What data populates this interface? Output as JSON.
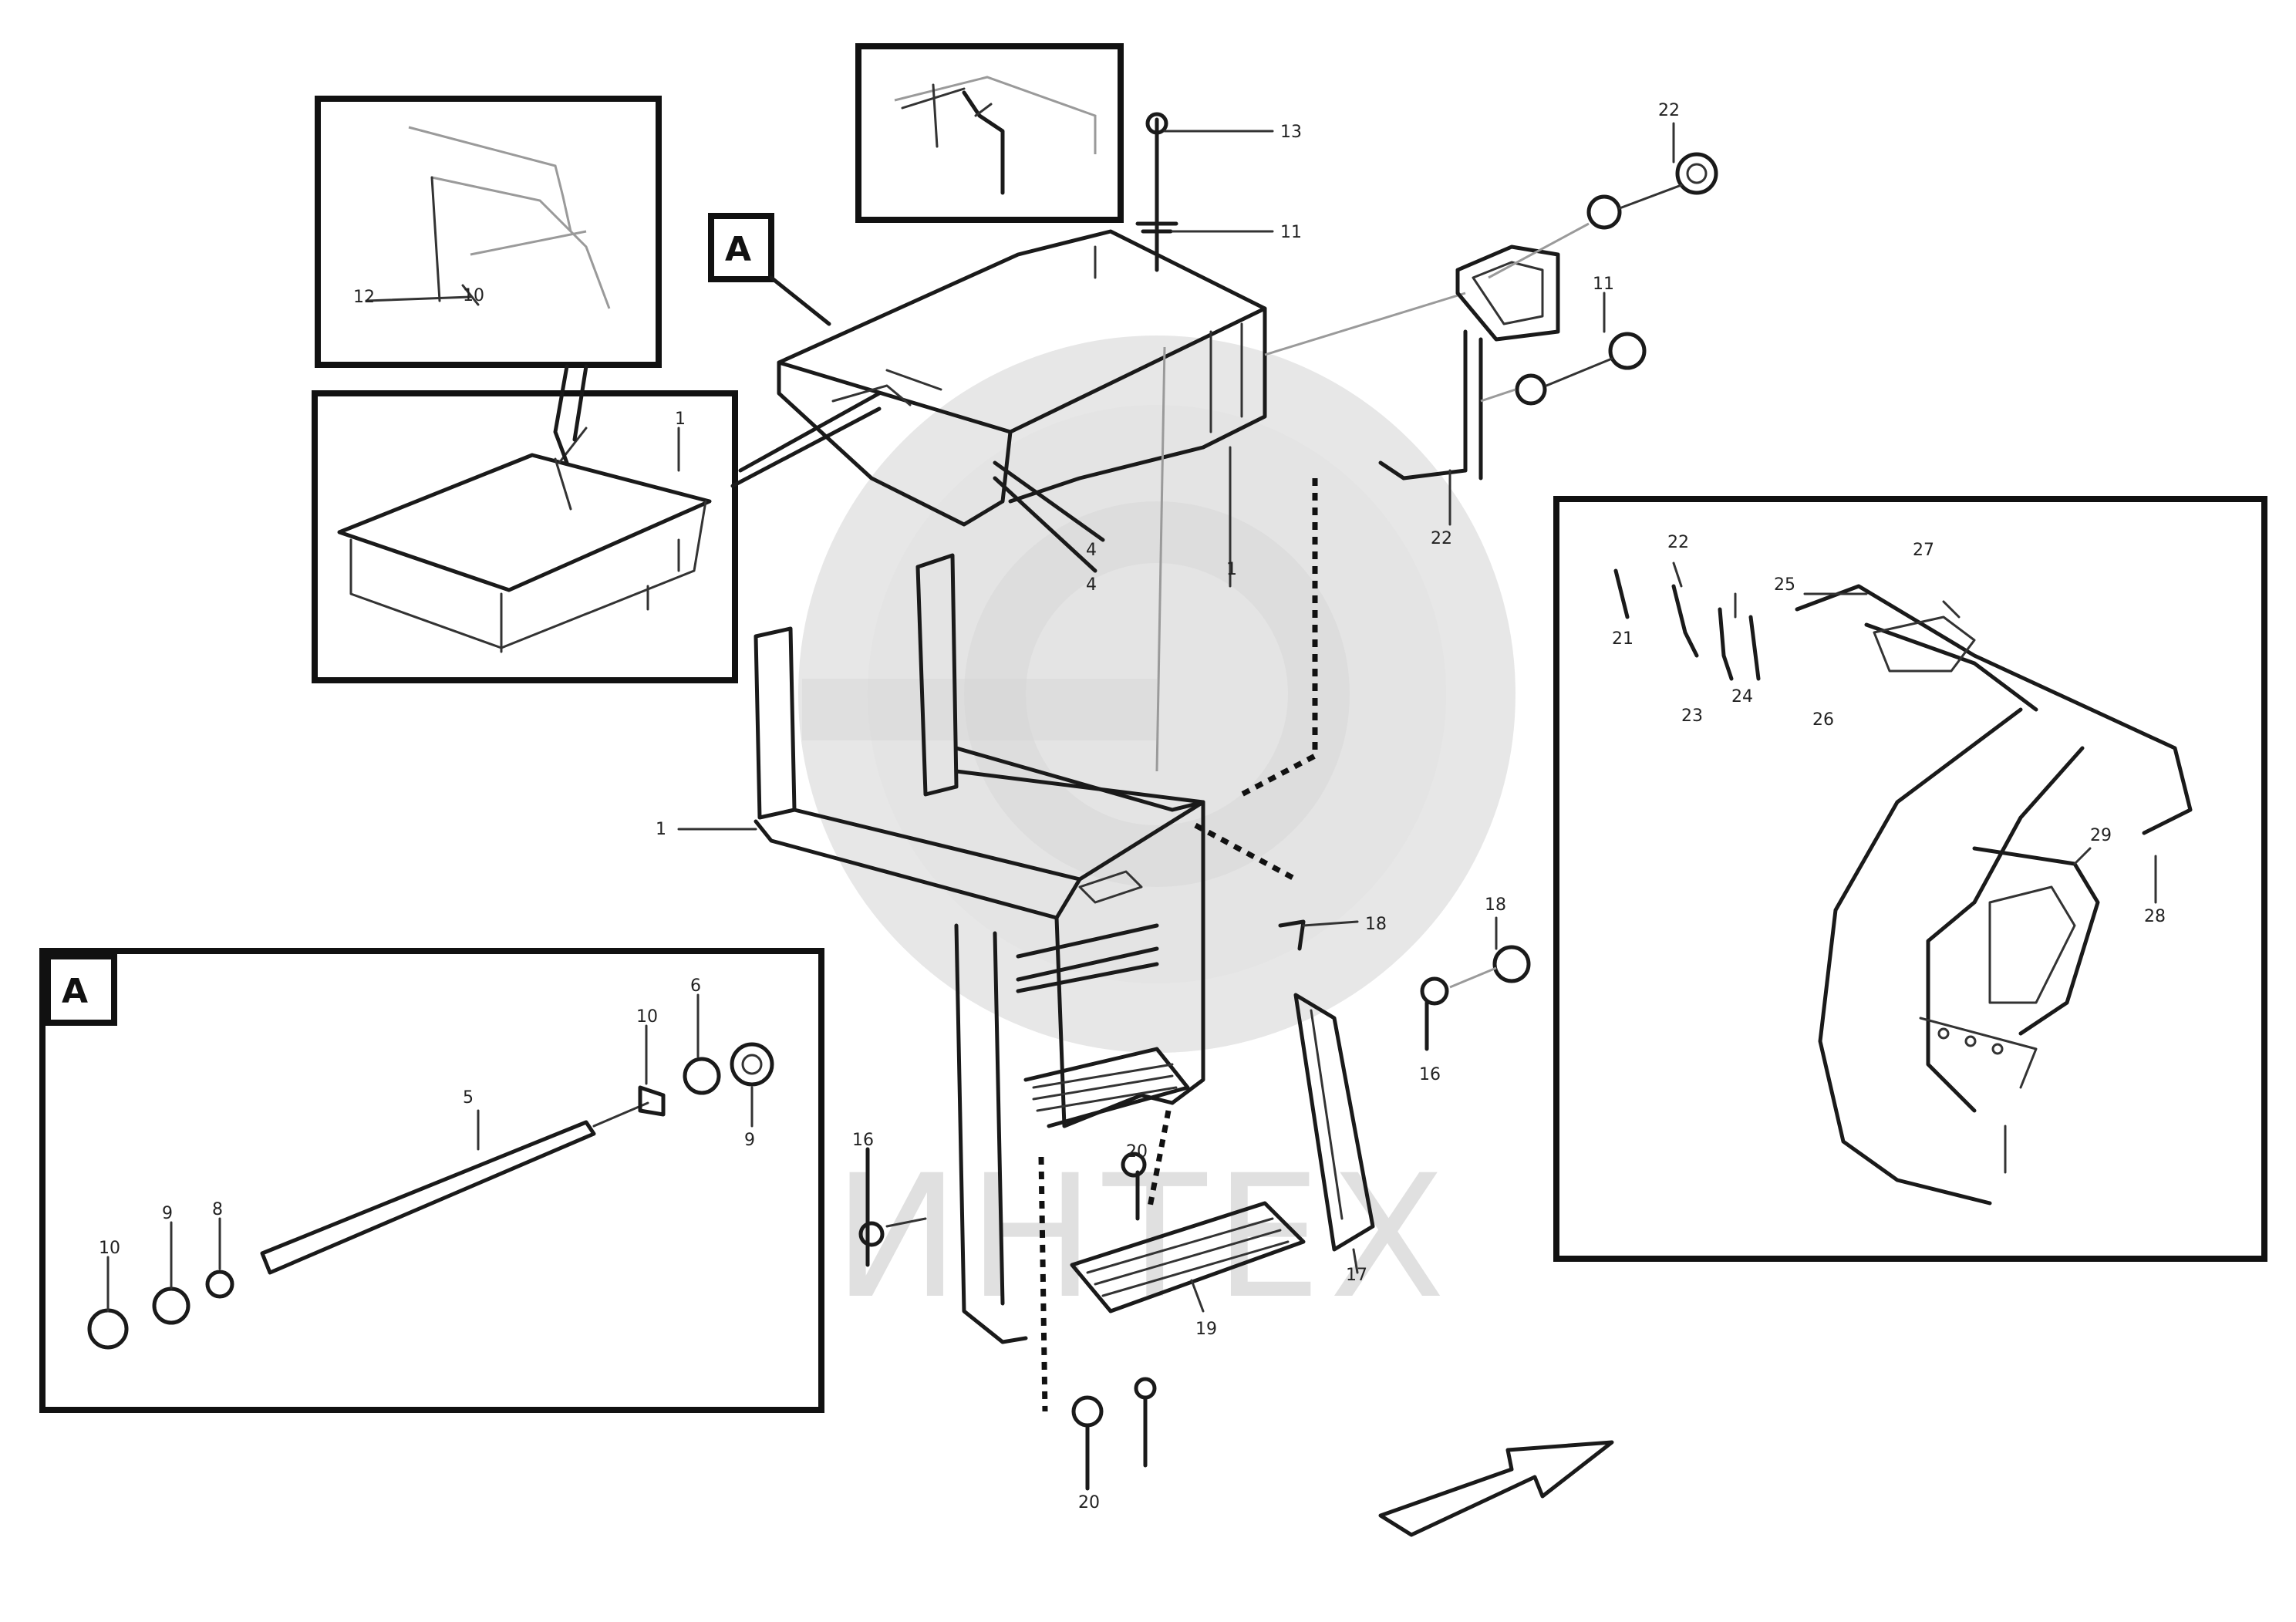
{
  "watermark": {
    "text": "ИНТЕХ"
  },
  "view_labels": {
    "main": "A",
    "detail": "A"
  },
  "reference": {
    "line1": "",
    "line2": "",
    "code": ""
  },
  "callouts": {
    "c_t1": "13",
    "c_t2": "11",
    "c_t3": "22",
    "c_t4": "11",
    "c_l1": "12",
    "c_l2": "1",
    "c_m1": "4",
    "c_m2": "4",
    "c_m3": "1",
    "c_m4": "22",
    "c_c1": "1",
    "c_c2": "18",
    "c_c3": "18",
    "c_c4": "16",
    "c_c5": "16",
    "c_c6": "20",
    "c_c7": "19",
    "c_c8": "17",
    "c_c9": "20",
    "c_a1": "10",
    "c_a2": "9",
    "c_a3": "8",
    "c_a4": "5",
    "c_a5": "10",
    "c_a6": "6",
    "c_a7": "9",
    "c_a8": "10",
    "c_r1": "21",
    "c_r2": "22",
    "c_r3": "23",
    "c_r4": "24",
    "c_r5": "25",
    "c_r6": "26",
    "c_r7": "27",
    "c_r8": "28",
    "c_r9": "29"
  },
  "colors": {
    "line": "#1a1a1a",
    "watermark": "#cfcfcf",
    "background": "#ffffff"
  }
}
